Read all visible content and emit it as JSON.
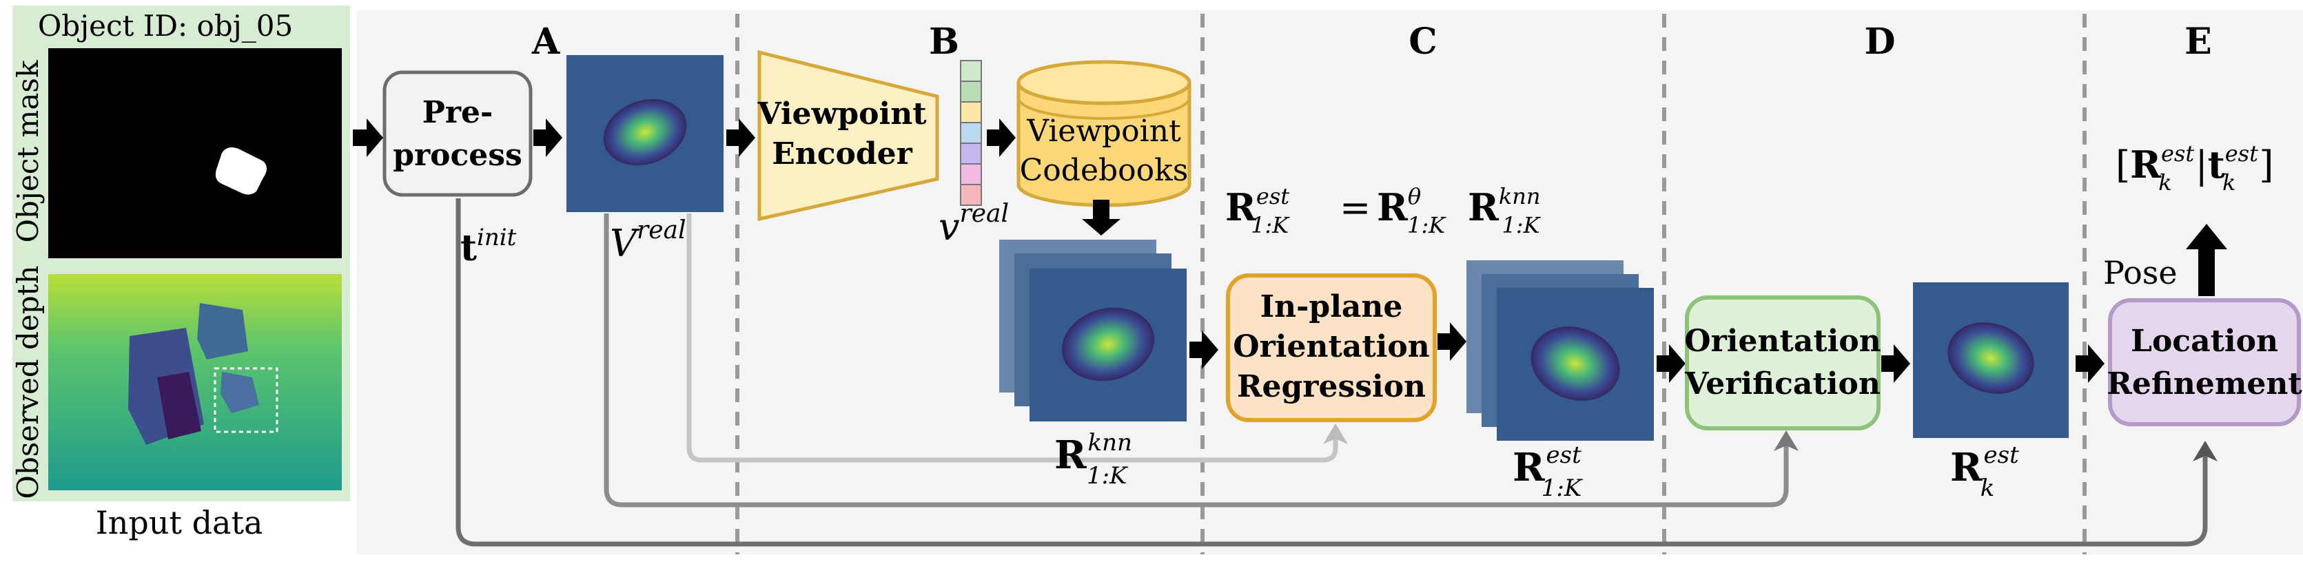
{
  "input_panel": {
    "object_id": "Object ID: obj_05",
    "mask_label": "Object mask",
    "depth_label": "Observed depth",
    "caption": "Input data"
  },
  "stages": {
    "a_letter": "A",
    "b_letter": "B",
    "c_letter": "C",
    "d_letter": "D",
    "e_letter": "E"
  },
  "blocks": {
    "preprocess_line1": "Pre-",
    "preprocess_line2": "process",
    "encoder_line1": "Viewpoint",
    "encoder_line2": "Encoder",
    "codebook_line1": "Viewpoint",
    "codebook_line2": "Codebooks",
    "inplane_line1": "In-plane",
    "inplane_line2": "Orientation",
    "inplane_line3": "Regression",
    "verify_line1": "Orientation",
    "verify_line2": "Verification",
    "refine_line1": "Location",
    "refine_line2": "Refinement"
  },
  "symbols": {
    "t_init_base": "t",
    "t_init_sup": "init",
    "v_real_base": "V",
    "v_real_sup": "real",
    "v_small_base": "v",
    "v_small_sup": "real",
    "r_knn_base": "R",
    "r_knn_sup": "knn",
    "r_knn_sub": "1:K",
    "eq_lhs_base": "R",
    "eq_lhs_sup": "est",
    "eq_lhs_sub": "1:K",
    "eq_equals": "=",
    "eq_rhs1_base": "R",
    "eq_rhs1_sup": "θ",
    "eq_rhs1_sub": "1:K",
    "eq_rhs2_base": "R",
    "eq_rhs2_sup": "knn",
    "eq_rhs2_sub": "1:K",
    "r_est_base": "R",
    "r_est_sup": "est",
    "r_est_sub": "1:K",
    "rk_est_base": "R",
    "rk_est_sup": "est",
    "rk_est_sub": "k",
    "pose_label": "Pose",
    "out_open": "[",
    "out_r": "R",
    "out_r_sup": "est",
    "out_r_sub": "k",
    "out_bar": "|",
    "out_t": "t",
    "out_t_sup": "est",
    "out_t_sub": "k",
    "out_close": "]"
  },
  "colors": {
    "panel_green": "#d8ecd4",
    "stage_bg": "#f4f4f4",
    "depth_blue": "#345b8c",
    "encoder_fill": "#fdf0c4",
    "encoder_stroke": "#d4a93a",
    "codebook_fill": "#fbd778",
    "inplane_fill": "#fde2c6",
    "inplane_stroke": "#e1a22a",
    "verify_fill": "#dff0d8",
    "verify_stroke": "#8cc27a",
    "refine_fill": "#e4d6ec",
    "refine_stroke": "#b49ac6"
  }
}
